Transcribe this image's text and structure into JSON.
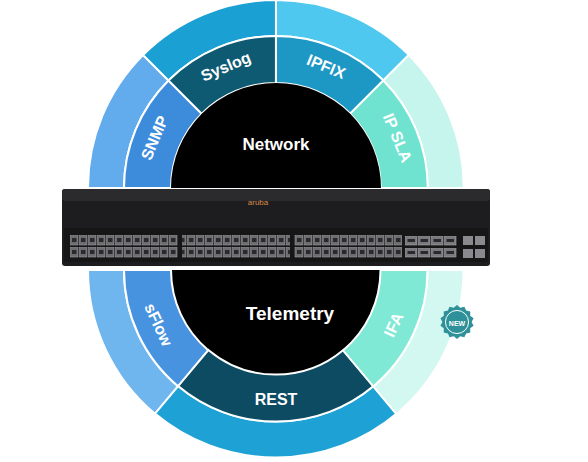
{
  "diagram": {
    "nodes": [
      {
        "text": [
          "SNMP"
        ]
      },
      {
        "text": [
          "Syslog"
        ]
      },
      {
        "text": [
          "IPFIX"
        ]
      },
      {
        "text": [
          "IP SLA"
        ]
      },
      {
        "text": [
          "Network"
        ]
      },
      {
        "text": [
          "Telemetry"
        ]
      },
      {
        "text": [
          "sFlow"
        ]
      },
      {
        "text": [
          "REST"
        ]
      },
      {
        "text": [
          "IFA"
        ]
      },
      {
        "text": [
          "NEW"
        ]
      }
    ],
    "labels": [
      "aruba"
    ]
  }
}
